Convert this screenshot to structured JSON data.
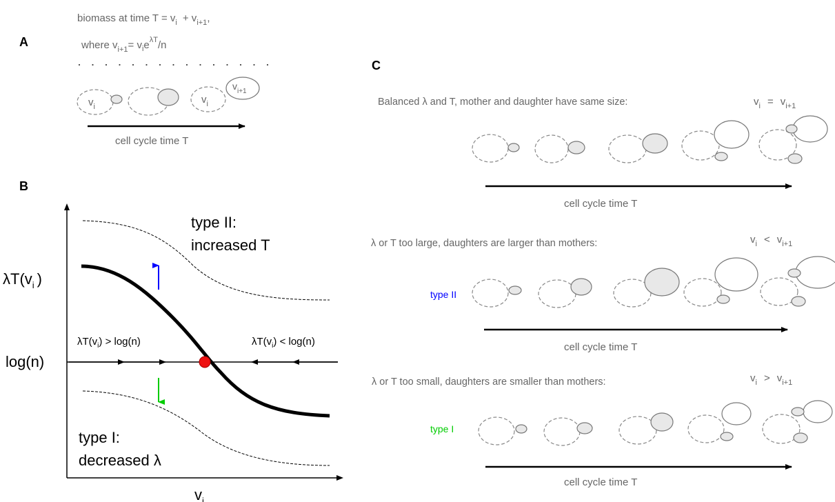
{
  "panel_a": {
    "label": "A",
    "formula_main": "biomass at time T = v",
    "formula_sub_i": "i",
    "formula_plus": "+  v",
    "formula_sub_i1": "i+1",
    "formula_comma": ",",
    "where_text": "where v",
    "where_sub_i1": "i+1",
    "where_eq": "= v",
    "where_sub_i": "i",
    "where_e": "e",
    "where_sup": "λT",
    "where_div": "/n",
    "cell_label_v": "v",
    "cell_label_i": "i",
    "cell_label_i1": "i+1",
    "axis_label": "cell cycle time T"
  },
  "panel_b": {
    "label": "B",
    "y_label_top": "λT(v",
    "y_label_top_sub": "i",
    "y_label_top_close": ")",
    "y_label_mid": "log(n)",
    "x_label": "v",
    "x_label_sub": "i",
    "type2_line1": "type II:",
    "type2_line2": "increased T",
    "type1_line1": "type I:",
    "type1_line2": "decreased λ",
    "left_ineq": "λT(v",
    "left_ineq_sub": "i",
    "left_ineq_rest": ") > log(n)",
    "right_ineq": "λT(v",
    "right_ineq_sub": "i",
    "right_ineq_rest": ") < log(n)",
    "colors": {
      "up_arrow": "#0000ff",
      "down_arrow": "#00cc00",
      "fixed_point": "#ee1111"
    }
  },
  "panel_c": {
    "label": "C",
    "row1_text": "Balanced λ and T, mother and daughter have same size:",
    "row1_rel": "=",
    "row2_text": "λ or T too large, daughters are larger than mothers:",
    "row2_rel": "<",
    "row3_text": "λ or T too small, daughters are smaller than mothers:",
    "row3_rel": ">",
    "v": "v",
    "sub_i": "i",
    "sub_i1": "i+1",
    "type2_tag": "type II",
    "type1_tag": "type I",
    "axis_label": "cell cycle time T",
    "colors": {
      "type2": "#0000ff",
      "type1": "#00cc00"
    }
  }
}
